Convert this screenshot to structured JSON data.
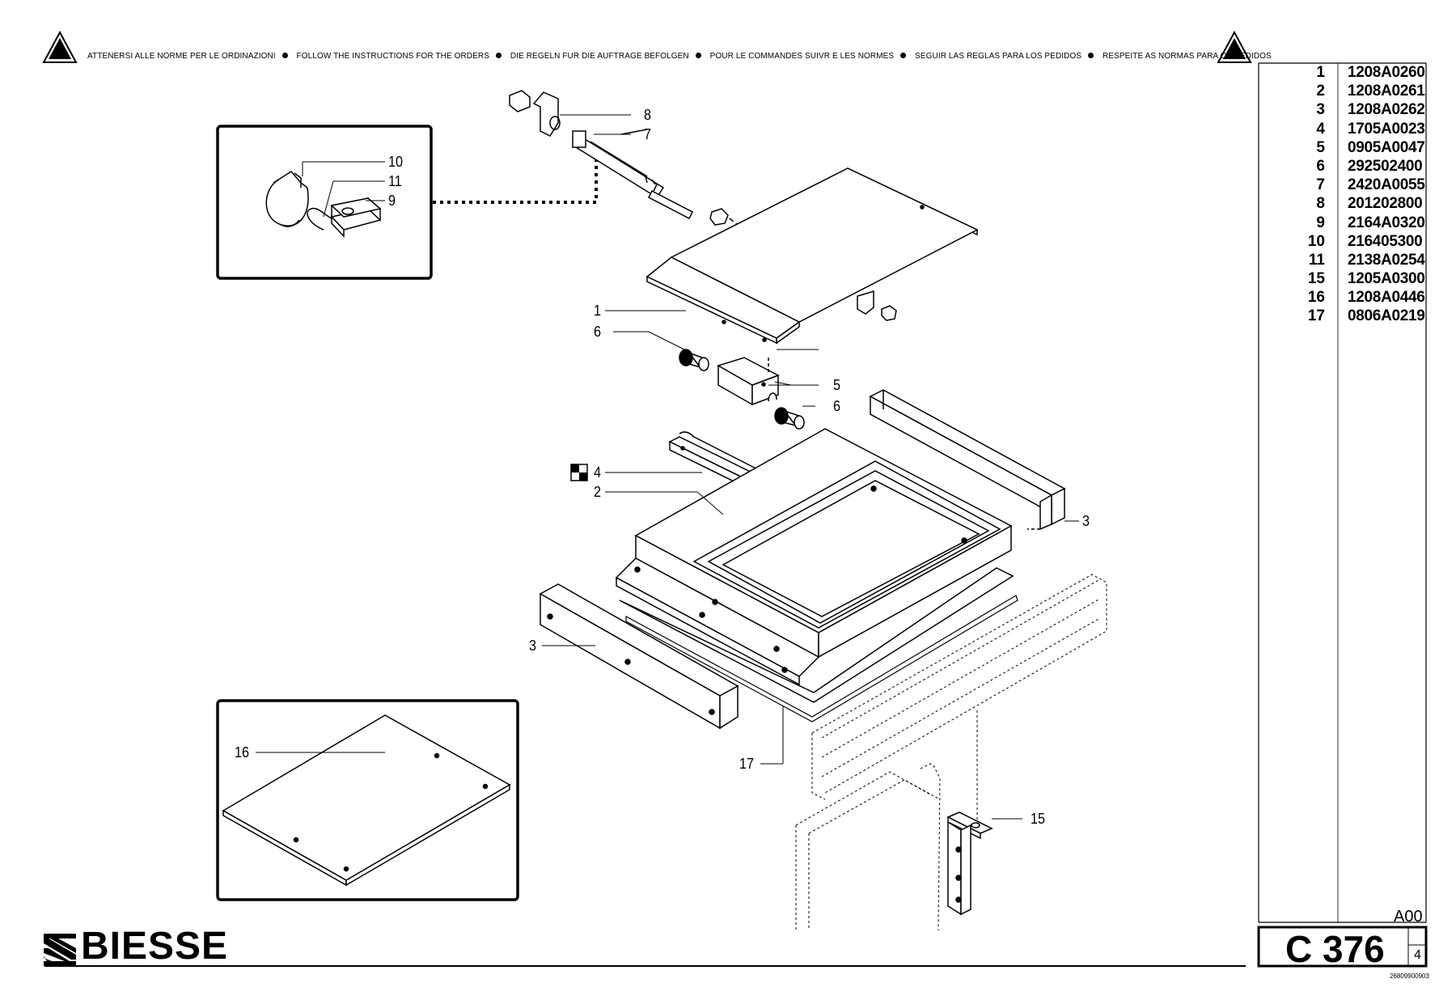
{
  "header": {
    "warnings": [
      "ATTENERSI ALLE NORME PER LE ORDINAZIONI",
      "FOLLOW THE INSTRUCTIONS FOR THE ORDERS",
      "DIE REGELN FUR DIE AUFTRAGE BEFOLGEN",
      "POUR LE COMMANDES SUIVR E LES NORMES",
      "SEGUIR LAS REGLAS PARA LOS PEDIDOS",
      "RESPEITE AS NORMAS PARA OS PEDIDOS"
    ],
    "warning_icon": "warning-triangle-icon"
  },
  "parts_list": [
    {
      "num": "1",
      "code": "1208A0260"
    },
    {
      "num": "2",
      "code": "1208A0261"
    },
    {
      "num": "3",
      "code": "1208A0262"
    },
    {
      "num": "4",
      "code": "1705A0023"
    },
    {
      "num": "5",
      "code": "0905A0047"
    },
    {
      "num": "6",
      "code": "292502400"
    },
    {
      "num": "7",
      "code": "2420A0055"
    },
    {
      "num": "8",
      "code": "201202800"
    },
    {
      "num": "9",
      "code": "2164A0320"
    },
    {
      "num": "10",
      "code": "216405300"
    },
    {
      "num": "11",
      "code": "2138A0254"
    },
    {
      "num": "15",
      "code": "1205A0300"
    },
    {
      "num": "16",
      "code": "1208A0446"
    },
    {
      "num": "17",
      "code": "0806A0219"
    }
  ],
  "title_block": {
    "revision": "A00",
    "sheet_code": "C 376",
    "page": "4",
    "document_number": "26809900903"
  },
  "logo": {
    "text": "BIESSE",
    "icon": "biesse-stripes-icon"
  },
  "callouts": {
    "c1": "1",
    "c2": "2",
    "c3a": "3",
    "c3b": "3",
    "c4": "4",
    "c5": "5",
    "c6a": "6",
    "c6b": "6",
    "c7": "7",
    "c8": "8",
    "c9": "9",
    "c10": "10",
    "c11": "11",
    "c15": "15",
    "c16": "16",
    "c17": "17"
  },
  "colors": {
    "ink": "#000000",
    "paper": "#ffffff"
  }
}
